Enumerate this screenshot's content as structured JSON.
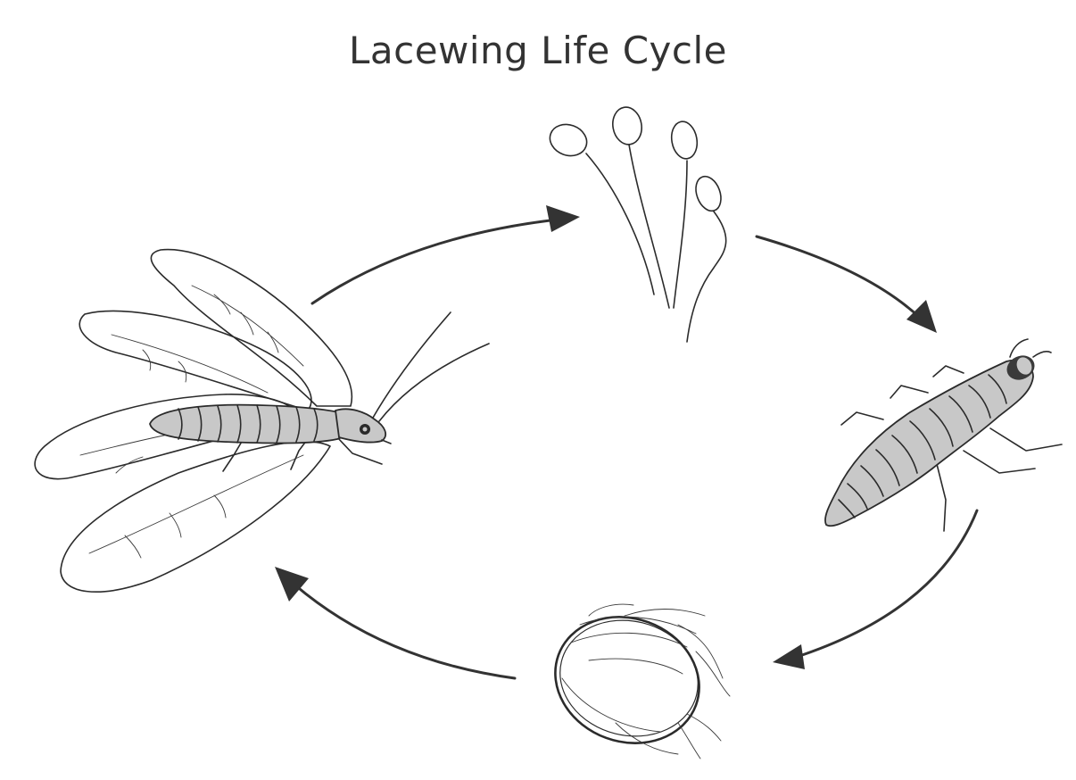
{
  "title": "Lacewing Life Cycle",
  "stages": [
    "adult-lacewing",
    "eggs",
    "larva",
    "cocoon"
  ],
  "colors": {
    "ink": "#2b2b2b",
    "body_fill": "#c8c8c8",
    "title_text": "#333333",
    "background": "#ffffff"
  },
  "cycle_direction": "clockwise"
}
